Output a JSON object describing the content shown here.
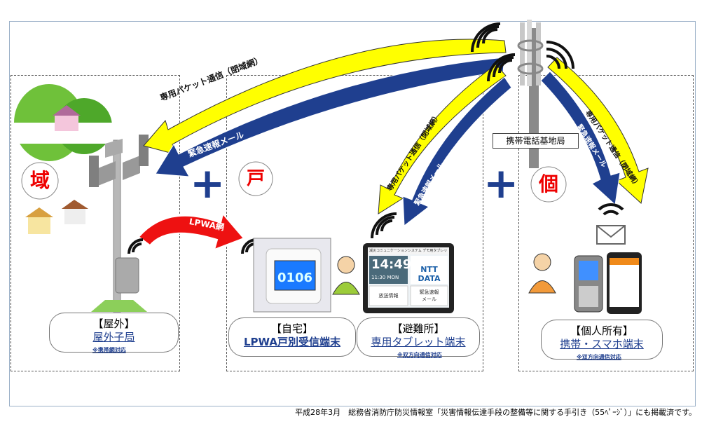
{
  "sections": {
    "outdoor": {
      "circle_char": "域",
      "header": "【屋外】",
      "name": "屋外子局",
      "note": "※携帯網対応"
    },
    "home": {
      "circle_char": "戸",
      "header": "【自宅】",
      "name": "LPWA戸別受信端末",
      "screen_time": "0106"
    },
    "shelter": {
      "header": "【避難所】",
      "name": "専用タブレット端末",
      "note": "※双方向通信対応",
      "tablet": {
        "title": "減災コミュニケーションシステム デモ用タブレット（A地区）",
        "time": "14:49",
        "date": "11:30 MON",
        "brand": "NTT DATA",
        "btn_broadcast": "放送情報",
        "btn_mail": "緊急速報\nメール"
      }
    },
    "personal": {
      "circle_char": "個",
      "header": "【個人所有】",
      "name": "携帯・スマホ端末",
      "note": "※双方向通信対応"
    }
  },
  "base_station_label": "携帯電話基地局",
  "arrows": {
    "packet": "専用パケット通信（閉域網）",
    "emergency_mail": "緊急速報メール",
    "lpwa": "LPWA網"
  },
  "plus_symbol": "+",
  "caption": "平成28年3月　総務省消防庁防災情報室「災害情報伝達手段の整備等に関する手引き（55ﾍﾟｰｼﾞ）」にも掲載済です。",
  "colors": {
    "packet_arrow": "#ffff00",
    "mail_arrow": "#1f3f8f",
    "lpwa_arrow": "#ee1111",
    "accent_red": "#e00000",
    "plus_blue": "#1f3f8f"
  }
}
